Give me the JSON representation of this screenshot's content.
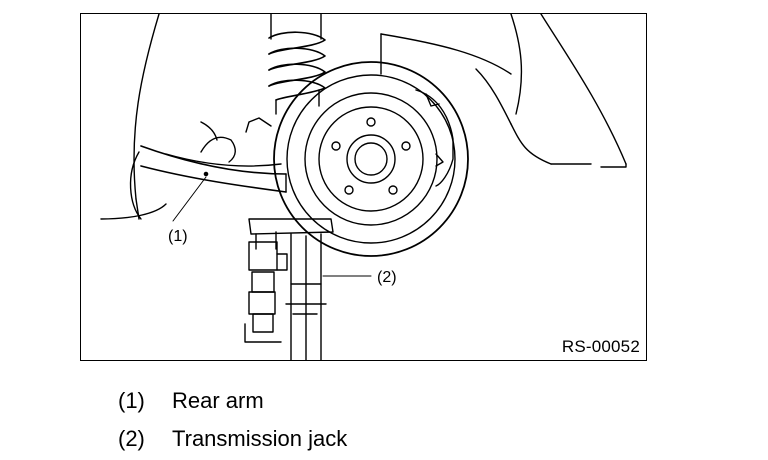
{
  "figure": {
    "code": "RS-00052",
    "callouts": [
      {
        "label": "(1)"
      },
      {
        "label": "(2)"
      }
    ]
  },
  "legend": [
    {
      "number": "(1)",
      "text": "Rear arm"
    },
    {
      "number": "(2)",
      "text": "Transmission jack"
    }
  ]
}
